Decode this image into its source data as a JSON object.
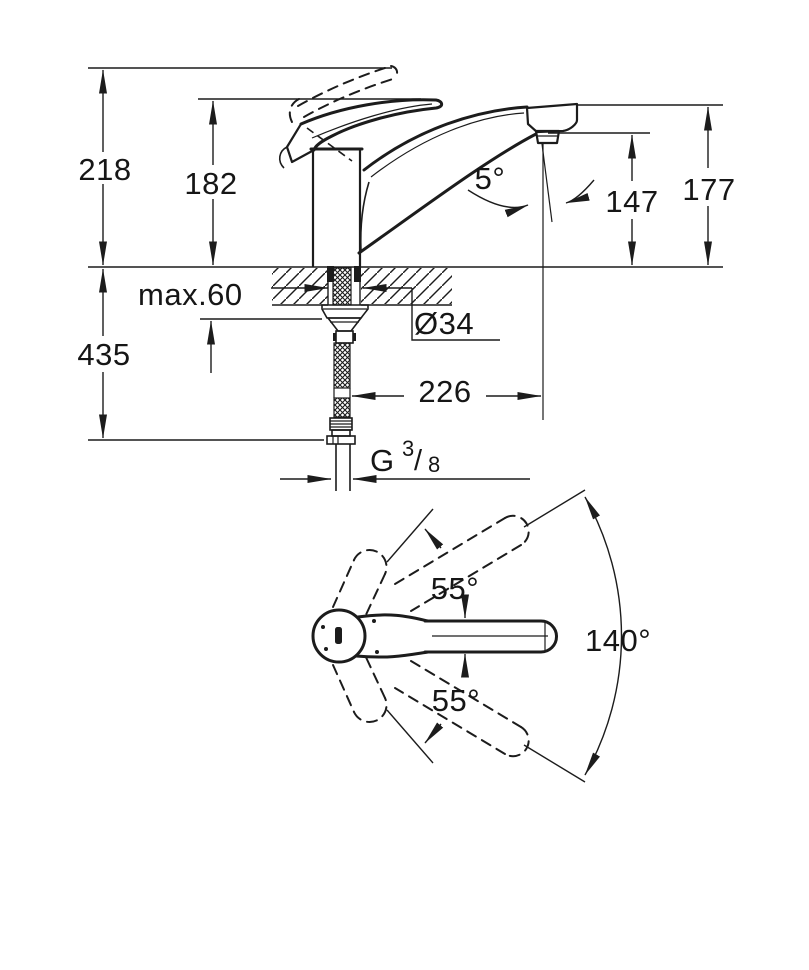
{
  "page": {
    "background": "#ffffff",
    "line_color": "#1c1c1c"
  },
  "side_view": {
    "dims": {
      "height_total": "218",
      "height_to_spout_base": "182",
      "outlet_to_counter": "147",
      "spout_top_to_counter": "177",
      "stream_angle": "5°",
      "counter_thickness_max": "max.60",
      "hole_diameter": "Ø34",
      "below_counter_total": "435",
      "projection_reach": "226"
    },
    "thread": {
      "prefix": "G",
      "numerator": "3",
      "slash": "/",
      "denominator": "8"
    }
  },
  "top_view": {
    "swivel_upper": "55°",
    "swivel_lower": "55°",
    "swivel_total": "140°"
  }
}
